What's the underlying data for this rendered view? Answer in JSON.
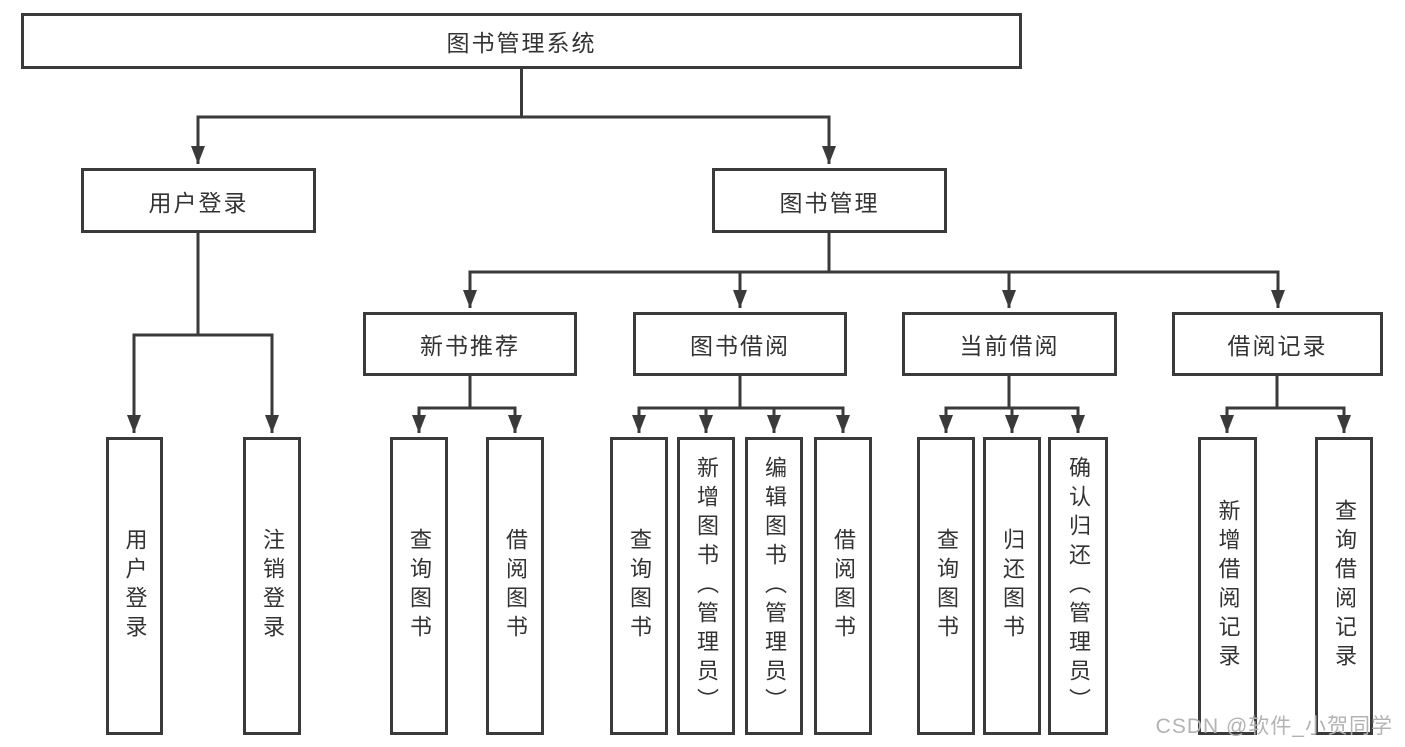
{
  "diagram": {
    "root": {
      "label": "图书管理系统"
    },
    "level2": [
      {
        "label": "用户登录"
      },
      {
        "label": "图书管理"
      }
    ],
    "level3": [
      {
        "label": "新书推荐"
      },
      {
        "label": "图书借阅"
      },
      {
        "label": "当前借阅"
      },
      {
        "label": "借阅记录"
      }
    ],
    "leaves": {
      "user_login": [
        {
          "label": "用户登录"
        },
        {
          "label": "注销登录"
        }
      ],
      "new_book": [
        {
          "label": "查询图书"
        },
        {
          "label": "借阅图书"
        }
      ],
      "book_borrow": [
        {
          "label": "查询图书"
        },
        {
          "label": "新增图书（管理员）"
        },
        {
          "label": "编辑图书（管理员）"
        },
        {
          "label": "借阅图书"
        }
      ],
      "current_borrow": [
        {
          "label": "查询图书"
        },
        {
          "label": "归还图书"
        },
        {
          "label": "确认归还（管理员）"
        }
      ],
      "borrow_records": [
        {
          "label": "新增借阅记录"
        },
        {
          "label": "查询借阅记录"
        }
      ]
    }
  },
  "watermark": {
    "text": "CSDN @软件_小贺同学"
  },
  "colors": {
    "line": "#3a3a3a",
    "text": "#333333",
    "watermark": "#b3b3b3",
    "background": "#ffffff"
  }
}
